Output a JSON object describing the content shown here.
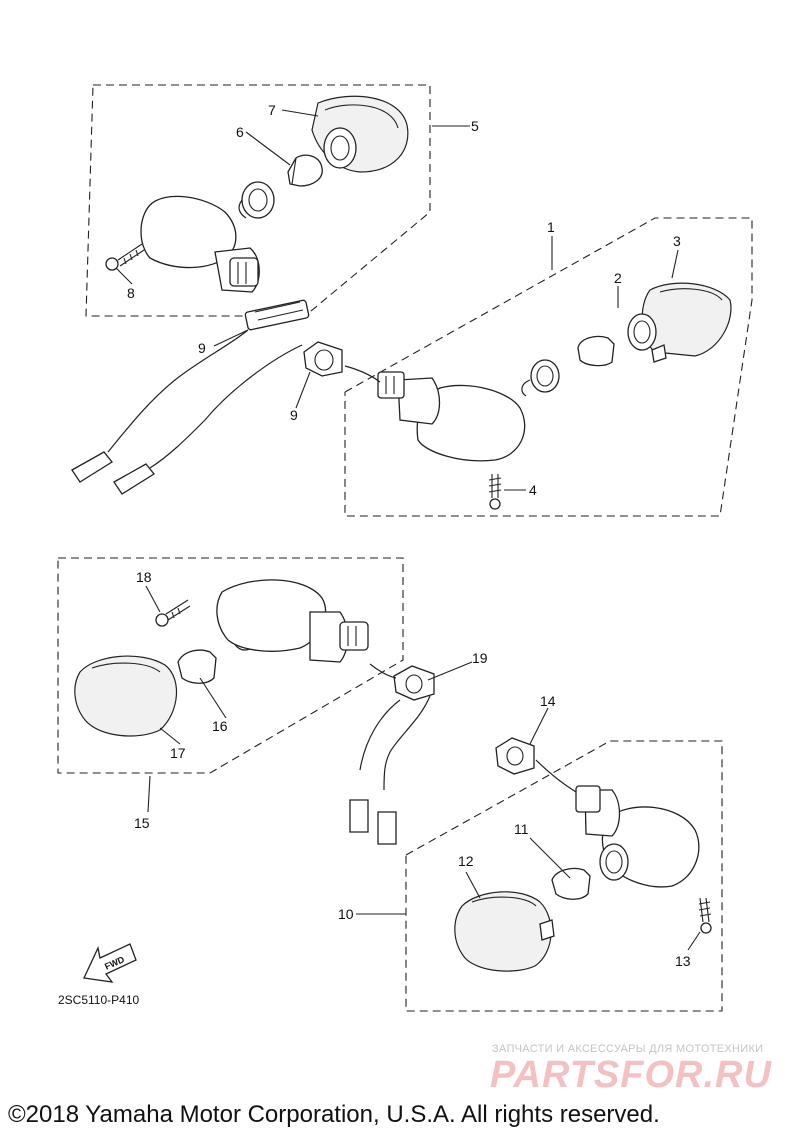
{
  "labels": {
    "p1": "1",
    "p2": "2",
    "p3": "3",
    "p4": "4",
    "p5": "5",
    "p6": "6",
    "p7": "7",
    "p8": "8",
    "p9a": "9",
    "p9b": "9",
    "p10": "10",
    "p11": "11",
    "p12": "12",
    "p13": "13",
    "p14": "14",
    "p15": "15",
    "p16": "16",
    "p17": "17",
    "p18": "18",
    "p19": "19"
  },
  "fwd_label": "FWD",
  "diagram_code": "2SC5110-P410",
  "watermark": {
    "tagline": "ЗАПЧАСТИ И АКСЕССУАРЫ ДЛЯ МОТОТЕХНИКИ",
    "logo": "PARTSFOR.RU"
  },
  "copyright": "©2018 Yamaha Motor Corporation, U.S.A. All rights reserved."
}
